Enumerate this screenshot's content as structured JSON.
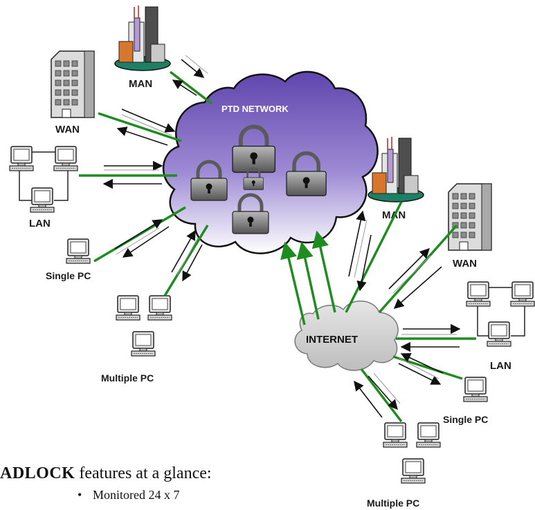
{
  "diagram": {
    "cloud_title": "PTD NETWORK",
    "internet_label": "INTERNET",
    "left_nodes": {
      "man": "MAN",
      "wan": "WAN",
      "lan": "LAN",
      "single_pc": "Single PC",
      "multiple_pc": "Multiple PC"
    },
    "right_nodes": {
      "man": "MAN",
      "wan": "WAN",
      "lan": "LAN",
      "single_pc": "Single PC",
      "multiple_pc": "Multiple PC"
    }
  },
  "features": {
    "heading_brand": "ADLOCK",
    "heading_rest": " features at a glance:",
    "items": [
      "Monitored 24 x 7"
    ]
  },
  "colors": {
    "link_green": "#1e8c1e",
    "cloud_top": "#6a4fb5",
    "cloud_bottom": "#ffffff"
  }
}
